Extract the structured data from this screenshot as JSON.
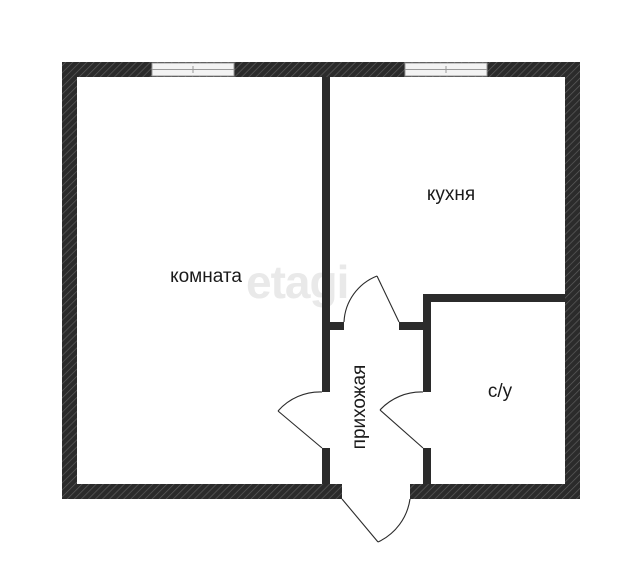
{
  "rooms": {
    "living": "комната",
    "kitchen": "кухня",
    "bathroom": "с/у",
    "hallway": "прихожая"
  },
  "watermark": "etagi",
  "colors": {
    "wall": "#2b2b2b",
    "hatch": "#6a6a6a",
    "window": "#f3f3f3"
  }
}
